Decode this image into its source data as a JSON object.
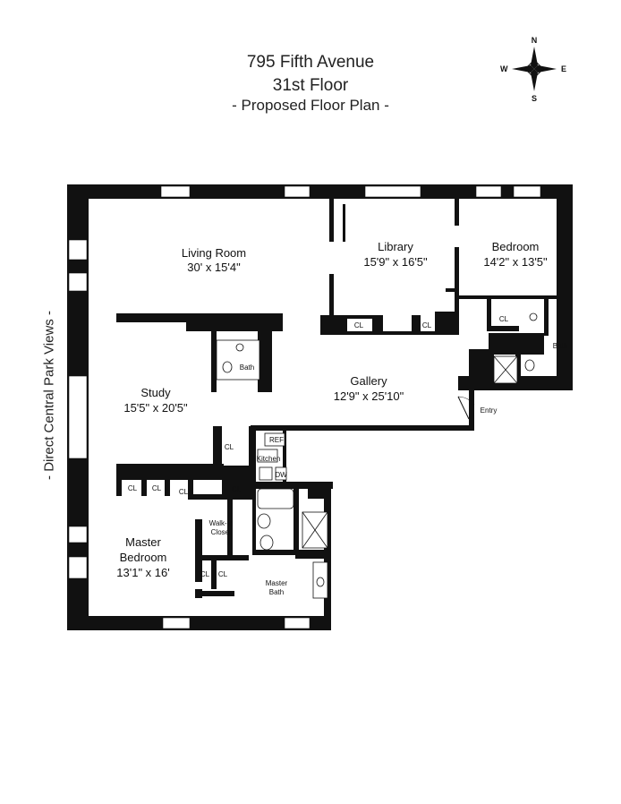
{
  "header": {
    "address": "795 Fifth Avenue",
    "floor": "31st Floor",
    "subtitle": "- Proposed Floor Plan -"
  },
  "compass": {
    "n": "N",
    "s": "S",
    "e": "E",
    "w": "W"
  },
  "side_note": "- Direct Central Park Views -",
  "rooms": {
    "living_room": {
      "name": "Living Room",
      "size": "30' x 15'4\""
    },
    "library": {
      "name": "Library",
      "size": "15'9\" x 16'5\""
    },
    "bedroom": {
      "name": "Bedroom",
      "size": "14'2\" x 13'5\""
    },
    "study": {
      "name": "Study",
      "size": "15'5\" x 20'5\""
    },
    "gallery": {
      "name": "Gallery",
      "size": "12'9\" x 25'10\""
    },
    "master_bedroom": {
      "name_line1": "Master",
      "name_line2": "Bedroom",
      "size": "13'1\" x 16'"
    },
    "walk_in_closet": {
      "line1": "Walk-In",
      "line2": "Closet"
    },
    "master_bath": {
      "line1": "Master",
      "line2": "Bath"
    },
    "kitchen": "Kitchen",
    "bath": "Bath",
    "entry": "Entry"
  },
  "fixtures": {
    "closet": "CL",
    "ref": "REF",
    "dw": "DW"
  }
}
